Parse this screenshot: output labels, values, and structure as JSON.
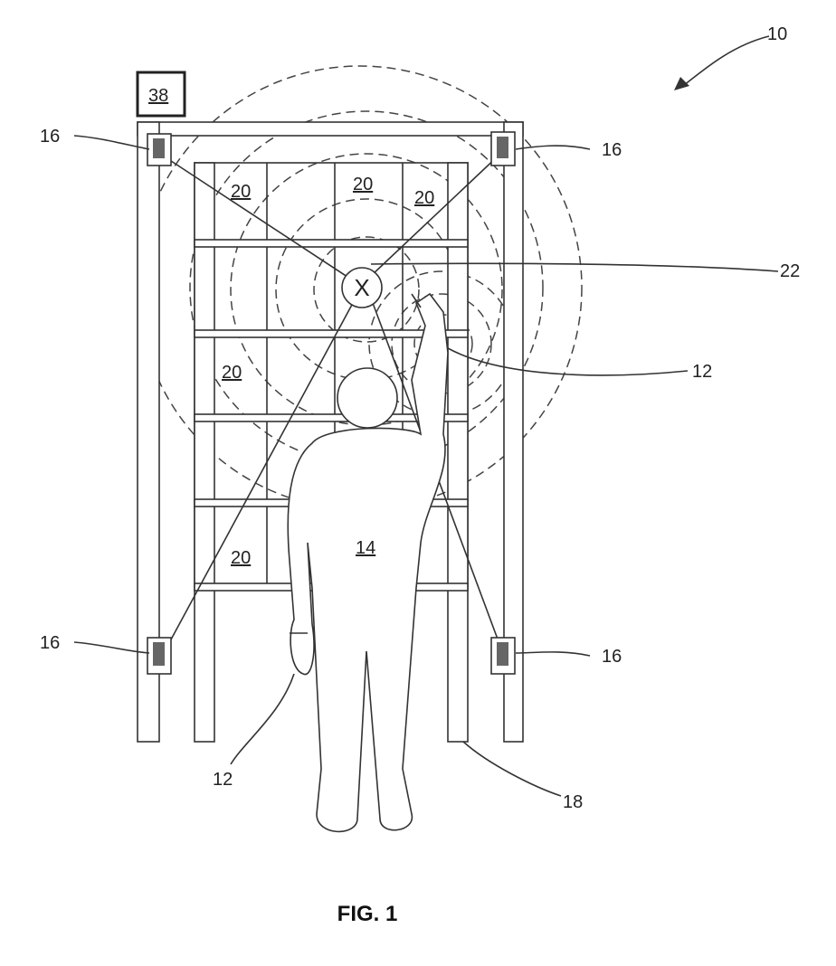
{
  "figure": {
    "caption": "FIG. 1",
    "center_mark": "X",
    "labels": {
      "system": "10",
      "controller": "38",
      "sensor_top_left": "16",
      "sensor_top_right": "16",
      "sensor_bottom_left": "16",
      "sensor_bottom_right": "16",
      "bin_1": "20",
      "bin_2": "20",
      "bin_3": "20",
      "bin_4": "20",
      "bin_5": "20",
      "target_location": "22",
      "tag_raised_hand": "12",
      "tag_lower_hand": "12",
      "person": "14",
      "rack": "18"
    }
  }
}
